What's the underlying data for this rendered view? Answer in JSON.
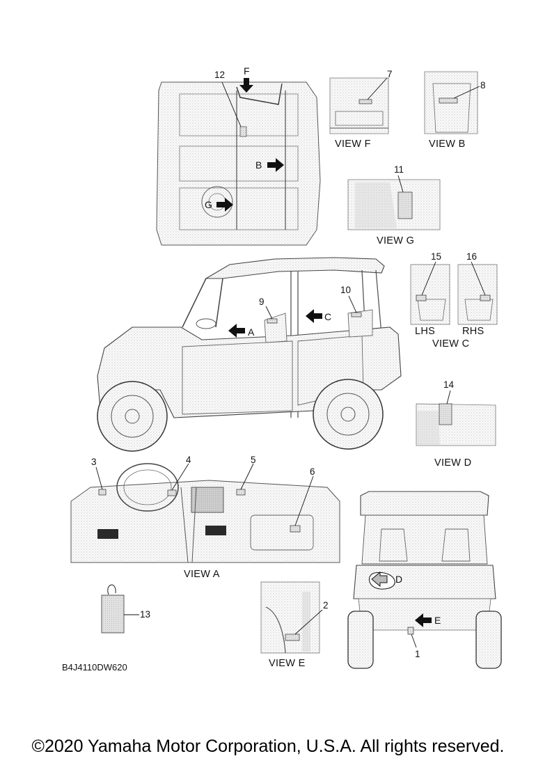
{
  "callouts": {
    "n1": "1",
    "n2": "2",
    "n3": "3",
    "n4": "4",
    "n5": "5",
    "n6": "6",
    "n7": "7",
    "n8": "8",
    "n9": "9",
    "n10": "10",
    "n11": "11",
    "n12": "12",
    "n13": "13",
    "n14": "14",
    "n15": "15",
    "n16": "16"
  },
  "arrow_letters": {
    "A": "A",
    "B": "B",
    "C": "C",
    "D": "D",
    "E": "E",
    "F": "F",
    "G": "G"
  },
  "views": {
    "view_f": "VIEW F",
    "view_b": "VIEW B",
    "view_g": "VIEW G",
    "lhs": "LHS",
    "rhs": "RHS",
    "view_c": "VIEW C",
    "view_d": "VIEW D",
    "view_a": "VIEW A",
    "view_e": "VIEW E"
  },
  "part_code": "B4J4110DW620",
  "copyright": "©2020 Yamaha Motor Corporation, U.S.A. All rights reserved."
}
